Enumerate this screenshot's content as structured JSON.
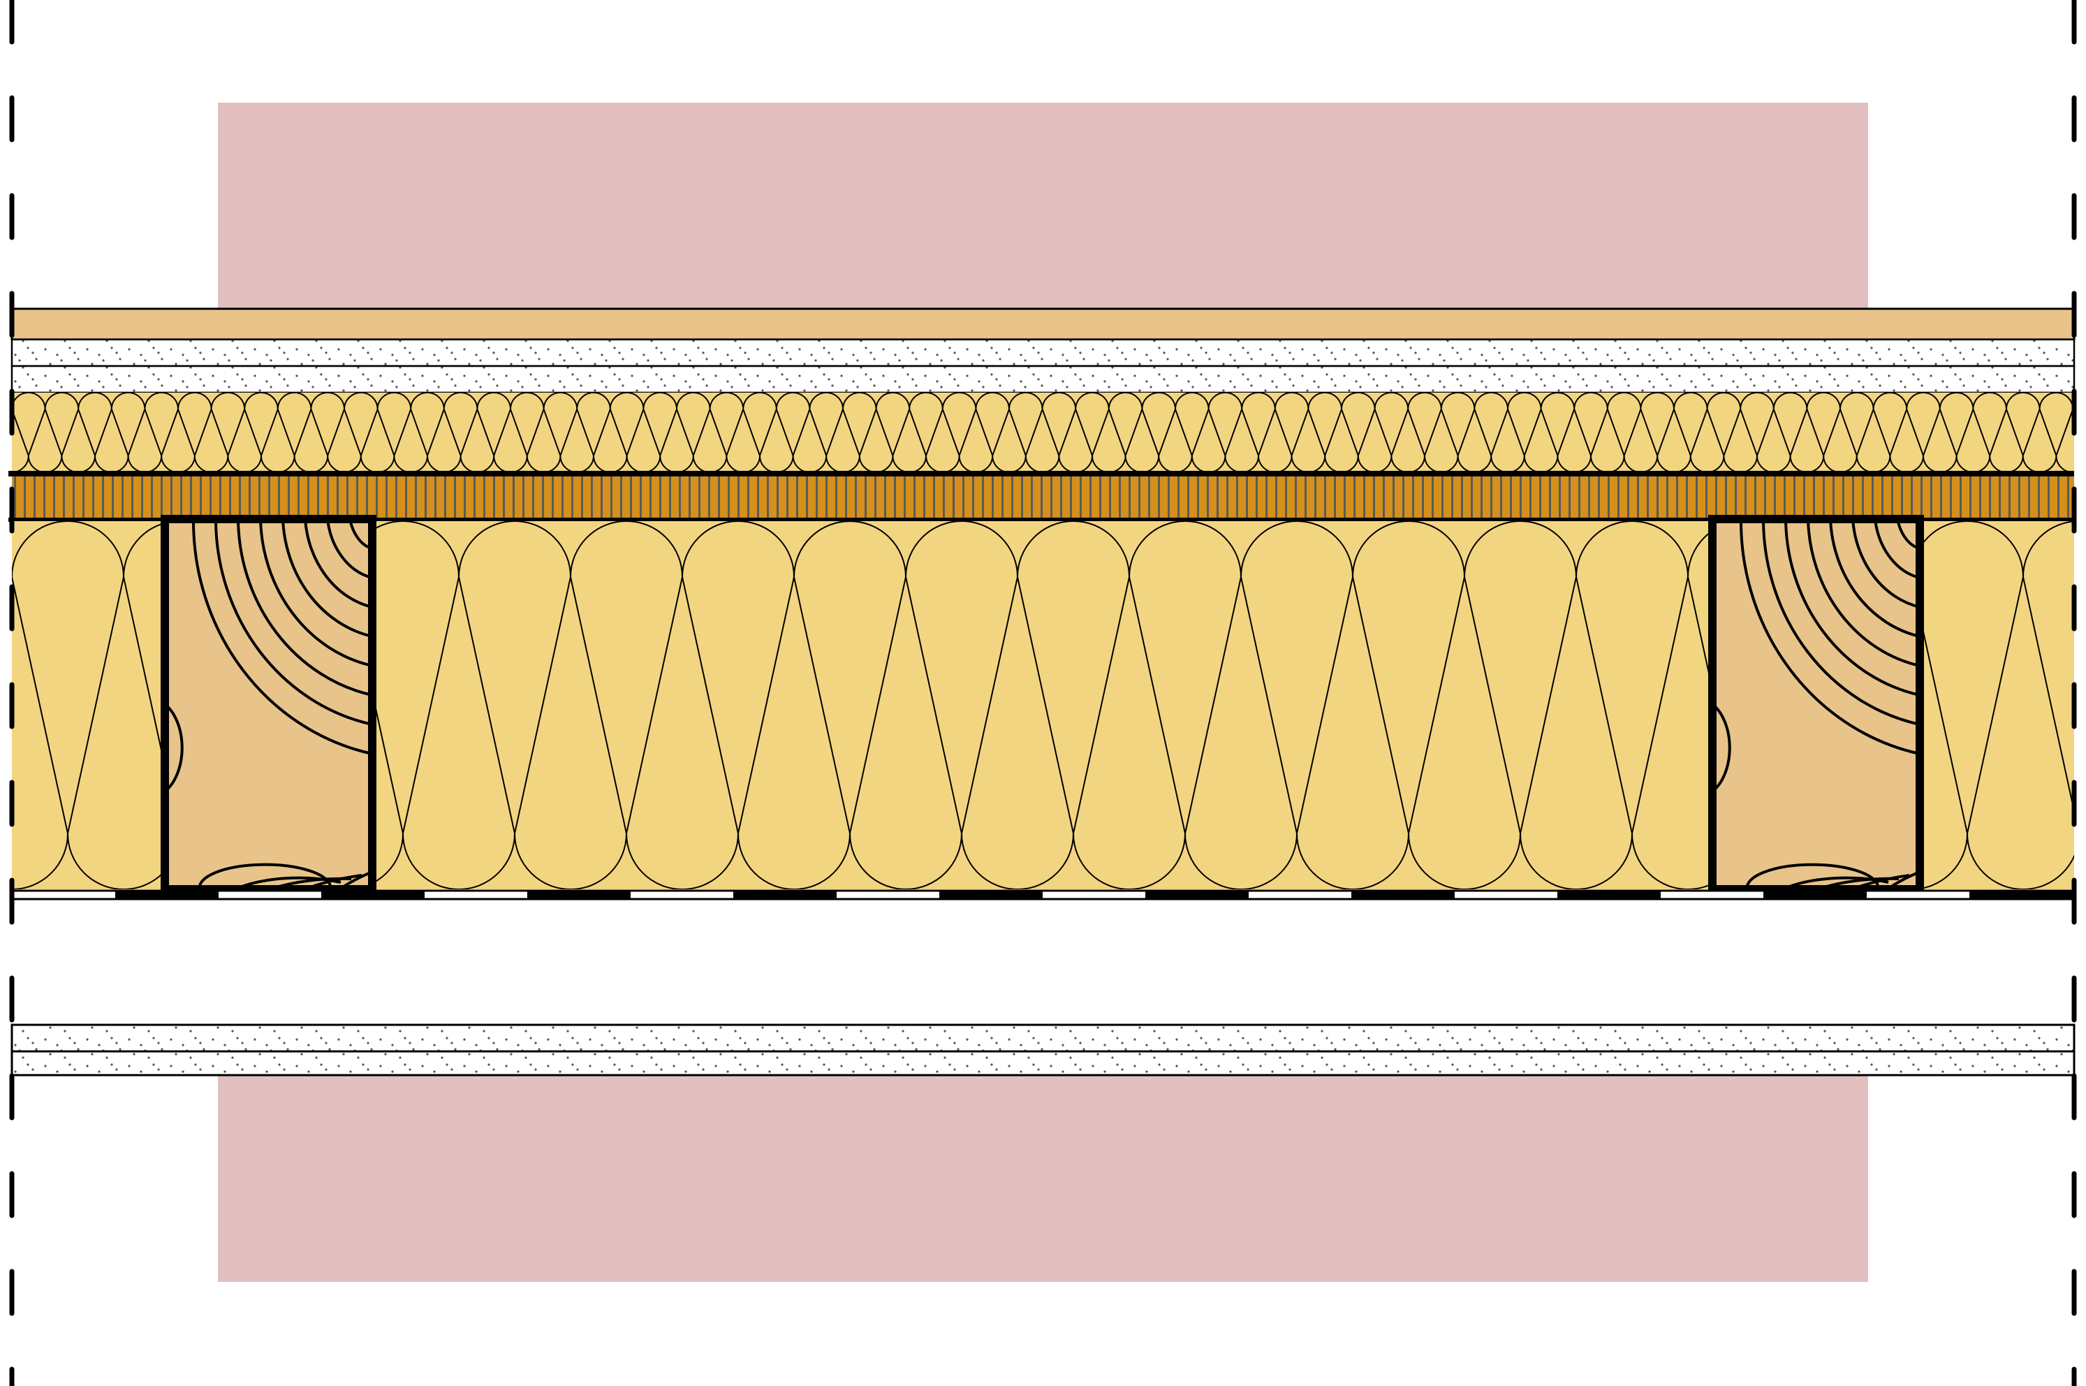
{
  "diagram": {
    "type": "construction-section",
    "colors": {
      "room": "#e2bfbf",
      "board": "#e8c48a",
      "insulation": "#f2d581",
      "osb": "#d4901a",
      "timber": "#e8c48a",
      "line": "#000000"
    },
    "layers": [
      "floor-board",
      "screed-board-1",
      "screed-board-2",
      "impact-insulation",
      "osb-deck",
      "cavity-insulation-with-joists",
      "membrane",
      "ceiling-board-1",
      "ceiling-board-2"
    ]
  }
}
